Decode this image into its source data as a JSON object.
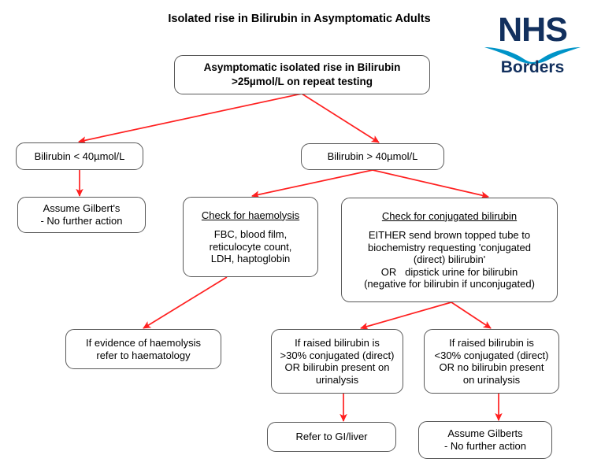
{
  "page": {
    "title": "Isolated rise in Bilirubin in Asymptomatic Adults",
    "background_color": "#ffffff",
    "arrow_color": "#ff2020",
    "box_border_color": "#595959"
  },
  "logo": {
    "name": "NHS Borders",
    "primary_text": "NHS",
    "secondary_text": "Borders",
    "navy_color": "#12305e",
    "blue_color": "#0094c8"
  },
  "nodes": {
    "start": {
      "lines": [
        "Asymptomatic isolated rise in Bilirubin",
        ">25µmol/L on repeat testing"
      ]
    },
    "bili_low": {
      "lines": [
        "Bilirubin < 40µmol/L"
      ]
    },
    "bili_high": {
      "lines": [
        "Bilirubin > 40µmol/L"
      ]
    },
    "assume_gilberts_left": {
      "lines": [
        "Assume Gilbert's",
        "- No further action"
      ]
    },
    "check_haemolysis": {
      "heading": "Check for haemolysis",
      "lines": [
        "FBC, blood film,",
        "reticulocyte count,",
        "LDH, haptoglobin"
      ]
    },
    "check_conjugated": {
      "heading": "Check for conjugated bilirubin",
      "lines": [
        "EITHER send brown topped tube to",
        "biochemistry requesting 'conjugated",
        "(direct) bilirubin'",
        "OR   dipstick urine for bilirubin",
        "(negative for bilirubin if unconjugated)"
      ]
    },
    "refer_haematology": {
      "lines": [
        "If evidence of haemolysis",
        "refer to haematology"
      ]
    },
    "raised_over30": {
      "lines": [
        "If raised bilirubin is",
        ">30% conjugated (direct)",
        "OR bilirubin present on",
        "urinalysis"
      ]
    },
    "raised_under30": {
      "lines": [
        "If raised bilirubin is",
        "<30% conjugated (direct)",
        "OR no bilirubin present",
        "on urinalysis"
      ]
    },
    "refer_gi_liver": {
      "lines": [
        "Refer to GI/liver"
      ]
    },
    "assume_gilberts_right": {
      "lines": [
        "Assume Gilberts",
        "- No further action"
      ]
    }
  },
  "connectors": [
    {
      "from": "start",
      "to": "bili_low"
    },
    {
      "from": "start",
      "to": "bili_high"
    },
    {
      "from": "bili_low",
      "to": "assume_gilberts_left"
    },
    {
      "from": "bili_high",
      "to": "check_haemolysis"
    },
    {
      "from": "bili_high",
      "to": "check_conjugated"
    },
    {
      "from": "check_haemolysis",
      "to": "refer_haematology"
    },
    {
      "from": "check_conjugated",
      "to": "raised_over30"
    },
    {
      "from": "check_conjugated",
      "to": "raised_under30"
    },
    {
      "from": "raised_over30",
      "to": "refer_gi_liver"
    },
    {
      "from": "raised_under30",
      "to": "assume_gilberts_right"
    }
  ]
}
